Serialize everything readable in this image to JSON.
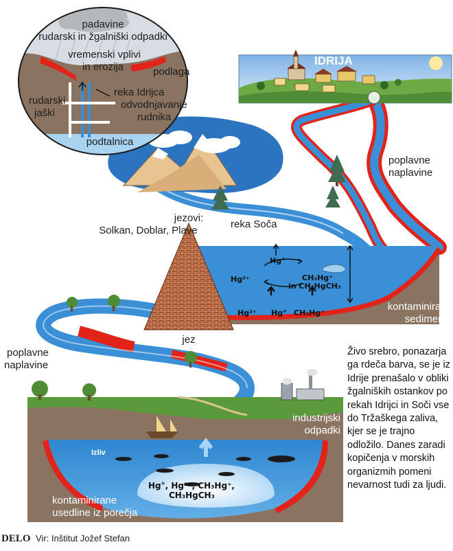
{
  "inset": {
    "padavine": "padavine",
    "odpadki": "rudarski in žgalniški odpadki",
    "vplivi": "vremenski vplivi",
    "erozija": "in erozija",
    "podlaga": "podlaga",
    "jaski_1": "rudarski",
    "jaski_2": "jaški",
    "reka": "reka Idrijca",
    "odvod_1": "odvodnjavanje",
    "odvod_2": "rudnika",
    "podtalnica": "podtalnica"
  },
  "idrija": "IDRIJA",
  "poplavne_top": [
    "poplavne",
    "naplavine"
  ],
  "jezovi": [
    "jezovi:",
    "Solkan, Doblar, Plave"
  ],
  "reka_soca": "reka Soča",
  "jez": "jez",
  "lake": {
    "hg0": "Hg°",
    "hg2": "Hg²⁺",
    "ch3hg": "CH₃Hg⁺",
    "in": "in CH₃HgCH₃",
    "bottom": [
      "Hg²⁺",
      "Hg°",
      "CH₃Hg⁺"
    ]
  },
  "kontaminirani": [
    "kontaminirani",
    "sedimenti"
  ],
  "poplavne_mid": [
    "poplavne",
    "naplavine"
  ],
  "industrijski": [
    "industrijski",
    "odpadki"
  ],
  "izliv": "Izliv",
  "sea_chem": [
    "Hg°, Hg²⁺, CH₃Hg⁺,",
    "CH₃HgCH₃"
  ],
  "kontaminirane": [
    "kontaminirane",
    "usedline iz porečja"
  ],
  "caption": "Živo srebro, ponazarja ga rdeča barva, se je iz Idrije prenašalo v obliki žgalniških ostankov po rekah Idrijci in Soči vse do Tržaškega zaliva, kjer se je trajno odložilo. Danes zaradi kopičenja v morskih organizmih pomeni nevarnost tudi za ljudi.",
  "footer": {
    "brand": "DELO",
    "source": "Vir: Inštitut Jožef Stefan"
  },
  "colors": {
    "water": "#3a8fd6",
    "mercury": "#e2231a",
    "ground": "#8a7360",
    "grass": "#5b9a3c"
  }
}
